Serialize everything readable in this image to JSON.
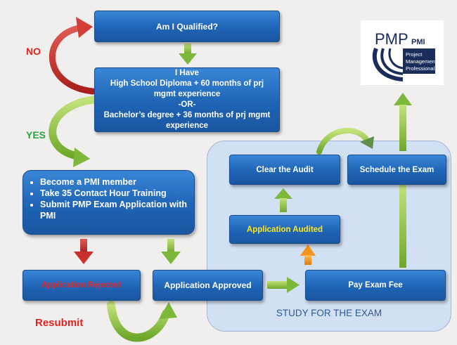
{
  "question": "Am I Qualified?",
  "requirements": {
    "lines": [
      "I Have",
      "High School Diploma + 60 months of prj",
      "mgmt experience",
      "-OR-",
      "Bachelor’s degree + 36 months of prj mgmt",
      "experience"
    ]
  },
  "labels": {
    "no": "NO",
    "yes": "YES",
    "resubmit": "Resubmit"
  },
  "steps": [
    "Become a PMI member",
    "Take 35 Contact Hour Training",
    "Submit PMP Exam Application with PMI"
  ],
  "application_rejected": "Application Rejected",
  "application_approved": "Application Approved",
  "pay_exam_fee": "Pay Exam Fee",
  "application_audited": "Application Audited",
  "clear_audit": "Clear the Audit",
  "schedule_exam": "Schedule the Exam",
  "study_label": "STUDY FOR THE EXAM",
  "logo": {
    "main": "PMP",
    "small": "PMI",
    "caption_lines": [
      "Project",
      "Management",
      "Professional"
    ]
  },
  "colors": {
    "box_blue": "#1f64b6",
    "arrow_green": "#8cc63f",
    "arrow_red": "#c9302c",
    "arrow_orange": "#f7941d",
    "rejected_text": "#e02a2a",
    "audited_text": "#ffe81a"
  }
}
